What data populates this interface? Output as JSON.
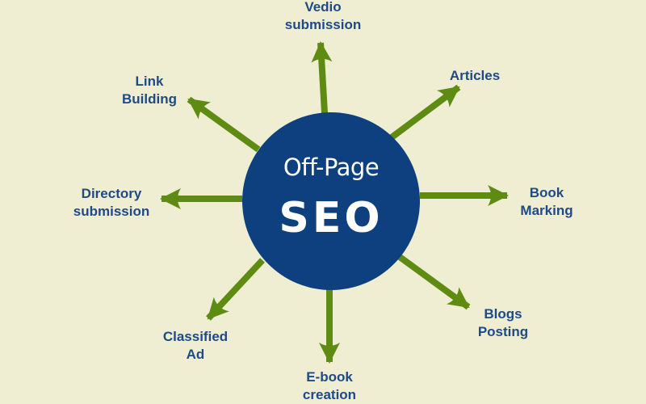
{
  "diagram": {
    "type": "hub-and-spoke",
    "background_color": "#EFEED3",
    "hub": {
      "title": "Off-Page",
      "subtitle": "SEO",
      "fill_color": "#0E3F7E",
      "text_color": "#FFFFFF"
    },
    "arrow_color": "#5E8C12",
    "label_color": "#1F4A86",
    "spokes": [
      {
        "label_line1": "Vedio",
        "label_line2": "submission",
        "direction": "up"
      },
      {
        "label_line1": "Articles",
        "label_line2": "",
        "direction": "up-right"
      },
      {
        "label_line1": "Book",
        "label_line2": "Marking",
        "direction": "right"
      },
      {
        "label_line1": "Blogs",
        "label_line2": "Posting",
        "direction": "down-right"
      },
      {
        "label_line1": "E-book",
        "label_line2": "creation",
        "direction": "down"
      },
      {
        "label_line1": "Classified",
        "label_line2": "Ad",
        "direction": "down-left"
      },
      {
        "label_line1": "Directory",
        "label_line2": "submission",
        "direction": "left"
      },
      {
        "label_line1": "Link",
        "label_line2": "Building",
        "direction": "up-left"
      }
    ]
  }
}
